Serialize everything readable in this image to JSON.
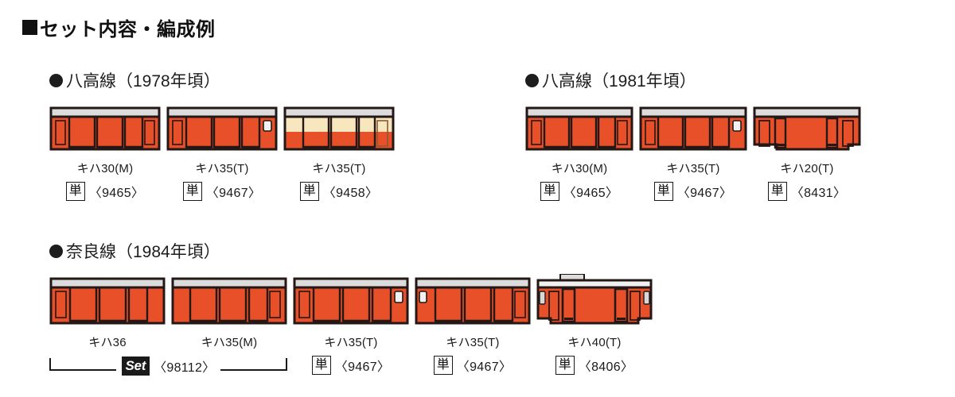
{
  "page": {
    "title": "セット内容・編成例"
  },
  "colors": {
    "body_orange": "#E8502A",
    "body_cream": "#F7E6BE",
    "roof_grey": "#DCDCDC",
    "outline": "#231815"
  },
  "groups": [
    {
      "id": "hachiko-1978",
      "title": "八高線（1978年頃）",
      "cars": [
        {
          "name": "キハ30(M)",
          "badge": "単",
          "code": "〈9465〉",
          "livery": "orange",
          "type": "kiha30"
        },
        {
          "name": "キハ35(T)",
          "badge": "単",
          "code": "〈9467〉",
          "livery": "orange",
          "type": "kiha35"
        },
        {
          "name": "キハ35(T)",
          "badge": "単",
          "code": "〈9458〉",
          "livery": "two-tone",
          "type": "kiha35"
        }
      ]
    },
    {
      "id": "hachiko-1981",
      "title": "八高線（1981年頃）",
      "cars": [
        {
          "name": "キハ30(M)",
          "badge": "単",
          "code": "〈9465〉",
          "livery": "orange",
          "type": "kiha30"
        },
        {
          "name": "キハ35(T)",
          "badge": "単",
          "code": "〈9467〉",
          "livery": "orange",
          "type": "kiha35"
        },
        {
          "name": "キハ20(T)",
          "badge": "単",
          "code": "〈8431〉",
          "livery": "orange",
          "type": "kiha20"
        }
      ]
    },
    {
      "id": "nara-1984",
      "title": "奈良線（1984年頃）",
      "set": {
        "label": "Set",
        "code": "〈98112〉",
        "span": 2
      },
      "cars": [
        {
          "name": "キハ36",
          "livery": "orange",
          "type": "kiha30",
          "in_set": true
        },
        {
          "name": "キハ35(M)",
          "livery": "orange",
          "type": "kiha35",
          "in_set": true
        },
        {
          "name": "キハ35(T)",
          "badge": "単",
          "code": "〈9467〉",
          "livery": "orange",
          "type": "kiha35"
        },
        {
          "name": "キハ35(T)",
          "badge": "単",
          "code": "〈9467〉",
          "livery": "orange",
          "type": "kiha35"
        },
        {
          "name": "キハ40(T)",
          "badge": "単",
          "code": "〈8406〉",
          "livery": "orange",
          "type": "kiha40"
        }
      ]
    }
  ]
}
